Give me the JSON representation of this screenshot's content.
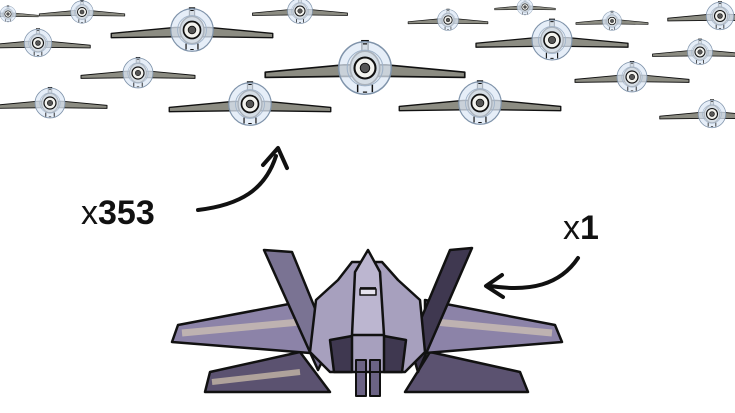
{
  "labels": {
    "propeller_count": {
      "prefix": "x",
      "number": "353"
    },
    "jet_count": {
      "prefix": "x",
      "number": "1"
    }
  },
  "colors": {
    "propeller_wing": "#8c8c82",
    "propeller_body": "#bdbdb4",
    "propeller_disc": "#dde8f5",
    "jet_body": "#a7a0be",
    "jet_shadow": "#4a4358",
    "jet_highlight": "#e8d9b8",
    "outline": "#111111"
  },
  "icons": {
    "propeller_plane": "propeller-plane-icon",
    "jet_fighter": "jet-fighter-icon",
    "arrow": "curved-arrow-icon"
  }
}
